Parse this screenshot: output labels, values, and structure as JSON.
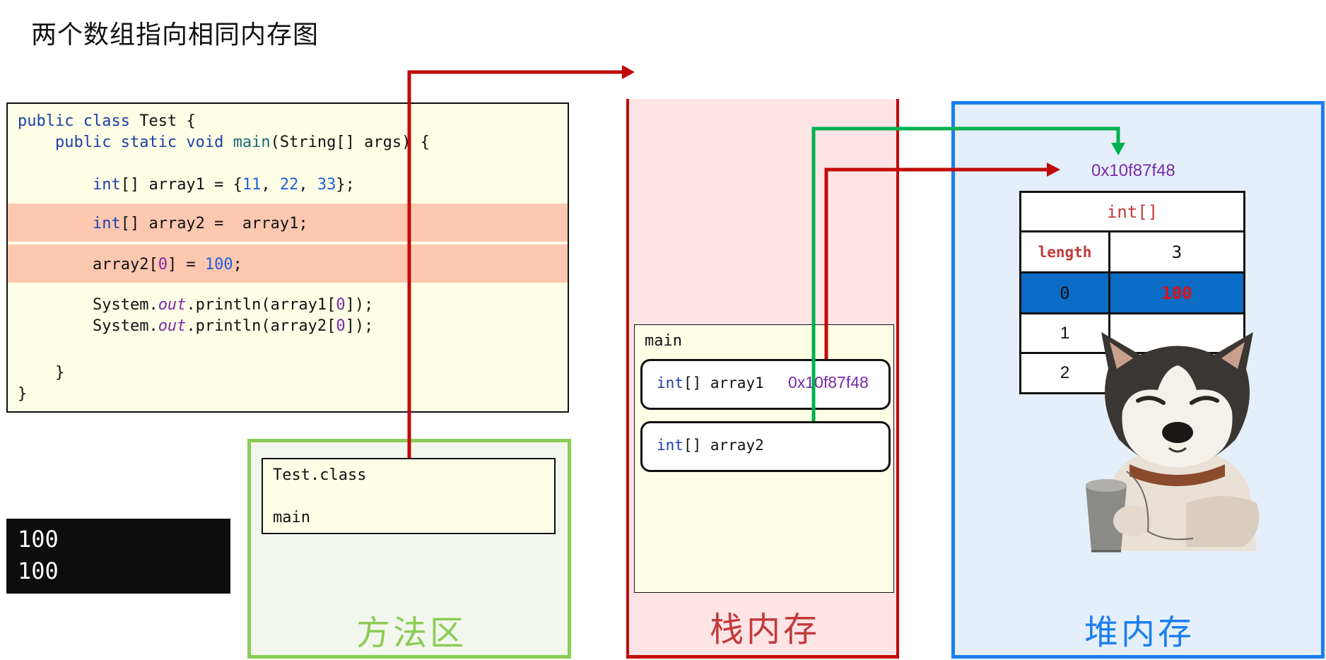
{
  "title": "两个数组指向相同内存图",
  "code": {
    "line1_kw1": "public",
    "line1_kw2": "class",
    "line1_rest": "Test {",
    "line2_kw": "public static void",
    "line2_fn": "main",
    "line2_rest": "(String[] args) {",
    "line3_kw": "int",
    "line3_a": "[] array1 = {",
    "line3_n1": "11",
    "line3_c1": ", ",
    "line3_n2": "22",
    "line3_c2": ", ",
    "line3_n3": "33",
    "line3_end": "};",
    "line4_kw": "int",
    "line4_rest": "[] array2 =  array1;",
    "line5_a": "array2[",
    "line5_i": "0",
    "line5_b": "] = ",
    "line5_n": "100",
    "line5_end": ";",
    "line6_a": "System.",
    "line6_f": "out",
    "line6_b": ".println(array1[",
    "line6_i": "0",
    "line6_end": "]);",
    "line7_a": "System.",
    "line7_f": "out",
    "line7_b": ".println(array2[",
    "line7_i": "0",
    "line7_end": "]);",
    "line8": "}",
    "line9": "}"
  },
  "console": {
    "line1": "100",
    "line2": "100"
  },
  "method_area": {
    "label": "方法区",
    "class_name": "Test.class",
    "method": "main"
  },
  "stack": {
    "label": "栈内存",
    "frame": "main",
    "var1_type": "int",
    "var1_name": "[] array1",
    "var1_value": "0x10f87f48",
    "var2_type": "int",
    "var2_name": "[] array2"
  },
  "heap": {
    "label": "堆内存",
    "address": "0x10f87f48",
    "type": "int[]",
    "length_label": "length",
    "length_value": "3",
    "rows": [
      {
        "index": "0",
        "value": "100"
      },
      {
        "index": "1"
      },
      {
        "index": "2"
      }
    ]
  },
  "colors": {
    "method_border": "#8ccc55",
    "stack_border": "#c10a0a",
    "heap_border": "#1b7ff0",
    "arrow_red": "#c10a0a",
    "arrow_green": "#00b050",
    "highlight_row": "#0a6cc4"
  },
  "icons": {
    "dog": "husky-dog-sticker"
  }
}
